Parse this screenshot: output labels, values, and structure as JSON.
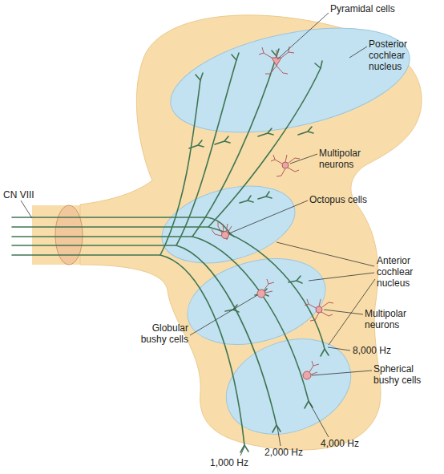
{
  "diagram": {
    "labels": [
      "Pyramidal cells",
      "Posterior cochlear nucleus",
      "Multipolar neurons",
      "CN VIII",
      "Octopus cells",
      "Anterior cochlear nucleus",
      "Multipolar neurons",
      "Globular bushy cells",
      "8,000 Hz",
      "Spherical bushy cells",
      "1,000 Hz",
      "2,000 Hz",
      "4,000 Hz"
    ]
  }
}
